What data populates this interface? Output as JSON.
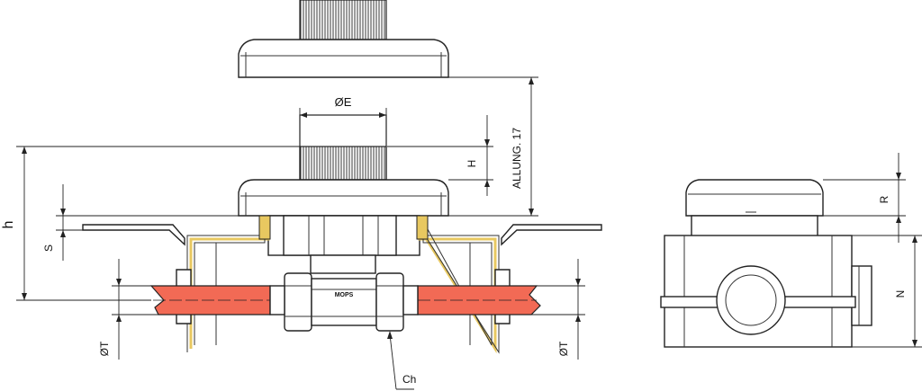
{
  "labels": {
    "diameter_e": "ØE",
    "h_upper": "H",
    "extension": "ALLUNG. 17",
    "h_lower": "h",
    "s": "S",
    "t_left": "ØT",
    "t_right": "ØT",
    "ch": "Ch",
    "brand": "MOPS",
    "r": "R",
    "n": "N"
  },
  "colors": {
    "pipe": "#f26a55",
    "gasket": "#e8c860",
    "ink": "#222222"
  }
}
